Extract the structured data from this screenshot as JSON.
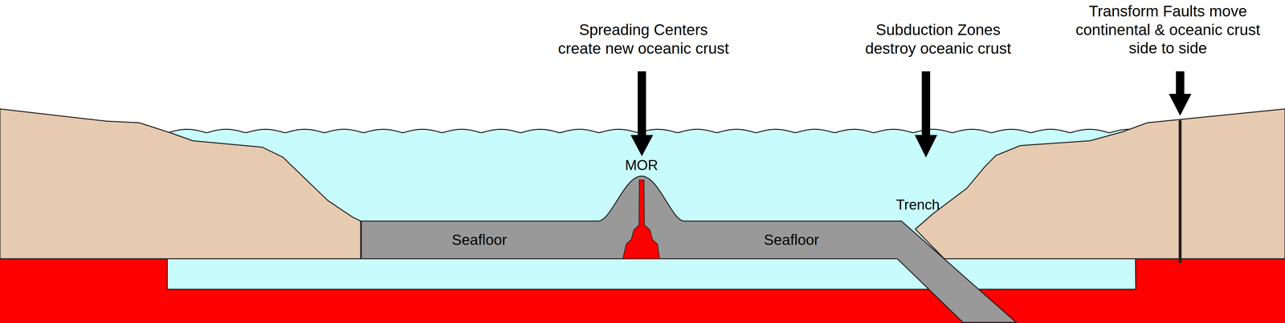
{
  "diagram": {
    "nodes": [
      {
        "text": [
          "Seafloor"
        ]
      },
      {
        "text": [
          "Seafloor"
        ]
      }
    ],
    "labels": [
      "Spreading Centers create new oceanic crust",
      "Subduction Zones destroy oceanic crust",
      "Transform Faults move continental & oceanic crust side to side",
      "MOR",
      "Trench"
    ]
  }
}
